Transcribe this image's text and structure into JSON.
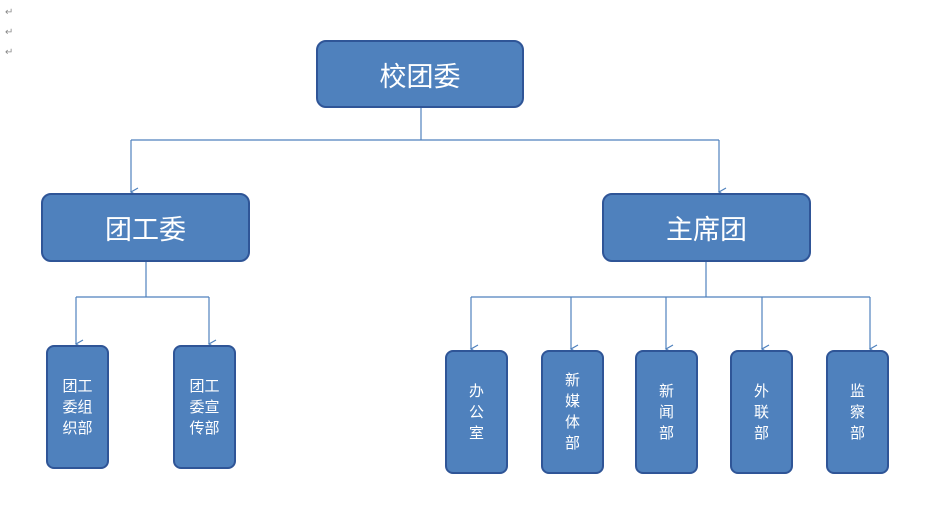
{
  "paragraph_mark": "↵",
  "colors": {
    "node_fill": "#4f81bd",
    "node_border": "#2f5597",
    "connector": "#4f81bd"
  },
  "root": {
    "label": "校团委"
  },
  "level1": {
    "left": {
      "label": "团工委"
    },
    "right": {
      "label": "主席团"
    }
  },
  "level2": {
    "left": [
      {
        "label": "团工\n委组\n织部"
      },
      {
        "label": "团工\n委宣\n传部"
      }
    ],
    "right": [
      {
        "label": "办\n公\n室"
      },
      {
        "label": "新\n媒\n体\n部"
      },
      {
        "label": "新\n闻\n部"
      },
      {
        "label": "外\n联\n部"
      },
      {
        "label": "监\n察\n部"
      }
    ]
  }
}
